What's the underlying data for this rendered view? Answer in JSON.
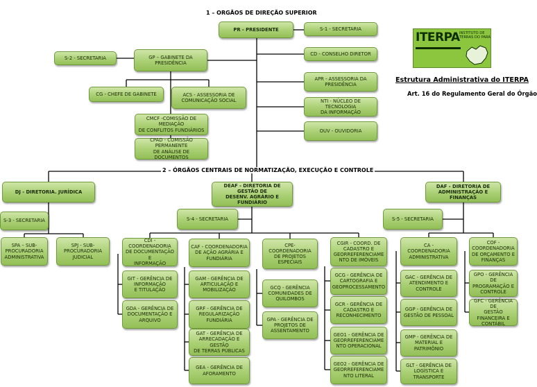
{
  "headings": {
    "section1": "1 – ORGÃOS DE DIREÇÃO SUPERIOR",
    "section2": "2 – ÓRGÃOS CENTRAIS DE NORMATIZAÇÃO, EXECUÇÃO E CONTROLE"
  },
  "logo": {
    "name": "ITERPA",
    "subtitle": "INSTITUTO DE TERRAS DO PARÁ"
  },
  "info": {
    "title": "Estrutura Administrativa do ITERPA",
    "subtitle": "Art. 16 do Regulamento Geral do Órgão"
  },
  "colors": {
    "box_fill_top": "#cfe6a8",
    "box_fill_bottom": "#93bf57",
    "box_border": "#6f9a3c",
    "logo_green": "#8cc63f",
    "line": "#000000"
  },
  "nodes": {
    "pr": "PR - PRESIDENTE",
    "s1": "S-1 - SECRETARIA",
    "cd": "CD - CONSELHO DIRETOR",
    "apr": "APR - ASSESSORIA DA\nPRESIDÊNCIA",
    "nti": "NTI - NÚCLEO DE TECNOLOGIA\nDA INFORMAÇÃO",
    "ouv": "OUV - OUVIDORIA",
    "gp": "GP – GABINETE DA\nPRESIDÊNCIA",
    "s2": "S-2 - SECRETARIA",
    "cg": "CG - CHEFE DE GABINETE",
    "acs": "ACS - ASSESSORIA DE\nCOMUNICAÇÃO SOCIAL",
    "cmcf": "CMCF -COMISSÃO DE MEDIAÇÃO\nDE CONFLITOS FUNDIÁRIOS",
    "cpad": "CPAD - COMISSÃO PERMANENTE\nDE ANÁLISE DE DOCUMENTOS",
    "dj": "DJ - DIRETORIA. JURÍDICA",
    "s3": "S-3 - SECRETARIA",
    "spa": "SPA – SUB-\nPROCURADORIA\nADMINISTRATIVA",
    "spj": "SPJ - SUB-\nPROCURADORIA\nJUDICIAL",
    "deaf": "DEAF - DIRETORIA DE GESTÃO DE\nDESENV. AGRÁRIO E FUNDIÁRIO",
    "s4": "S-4 - SECRETARIA",
    "cdi": "CDI - COORDENADORIA\nDE DOCUMENTAÇÃO E\nINFORMAÇÃO",
    "git": "GIT - GERÊNCIA DE\nINFORMAÇÃO\nE TITULAÇÃO",
    "gda": "GDA - GERÊNCIA DE\nDOCUMENTAÇÃO E\nARQUIVO",
    "caf": "CAF - COORDENADORIA\nDE AÇÃO AGRÁRIA E\nFUNDIÁRIA",
    "gam": "GAM - GERÊNCIA DE\nARTICULAÇÃO E\nMOBILIZAÇÃO",
    "grf": "GRF - GERÊNCIA DE\nREGULARIZAÇÃO\nFUNDIÁRIA",
    "gat": "GAT - GERÊNCIA DE\nARRECADAÇÃO E GESTÃO\nDE TERRAS PÚBLICAS",
    "gea": "GEA - GERÊNCIA DE\nAFORAMENTO",
    "cpe": "CPE-COORDENADORIA\nDE PROJETOS\nESPECIAIS",
    "gcq": "GCQ - GERÊNCIA\nCOMUNIDADES DE\nQUILOMBOS",
    "gpa": "GPA - GERÊNCIA DE\nPROJETOS DE\nASSENTAMENTO",
    "cgir": "CGIR - COORD. DE\nCADASTRO E\nGEORREFERENCIAME\nNTO DE IMÓVEIS",
    "gcg": "GCG - GERÊNCIA DE\nCARTOGRAFIA E\nGEOPROCESSAMENTO",
    "gcr": "GCR - GERÊNCIA DE\nCADASTRO E\nRECONHECIMENTO",
    "geo1": "GEO1 - GERÊNCIA DE\nGEORREFERENCIAME\nNTO OPERACIONAL",
    "geo2": "GEO2 - GERÊNCIA DE\nGEORREFERENCIAME\nNTO LITERAL",
    "daf": "DAF - DIRETORIA DE\nADMINISTRAÇÃO E FINANÇAS",
    "s5": "S-5 - SECRETARIA",
    "ca": "CA - COORDENADORIA\nADMINISTRATIVA",
    "gac": "GAC - GERÊNCIA DE\nATENDIMENTO E\nCONTROLE",
    "ggp": "GGP - GERÊNCIA DE\nGESTÃO DE PESSOAL",
    "gmp": "GMP - GERÊNCIA DE\nMATERIAL E\nPATRIMÔNIO",
    "glt": "GLT - GERÊNCIA DE\nLOGÍSTICA E\nTRANSPORTE",
    "cof": "COF -COORDENADORIA\nDE ORÇAMENTO E\nFINANÇAS",
    "gpo": "GPO - GERÊNCIA DE\nPROGRAMAÇÃO E\nCONTROLE",
    "gfc": "GFC - GERÊNCIA DE\nGESTÃO FINANCEIRA E\nCONTÁBIL"
  }
}
